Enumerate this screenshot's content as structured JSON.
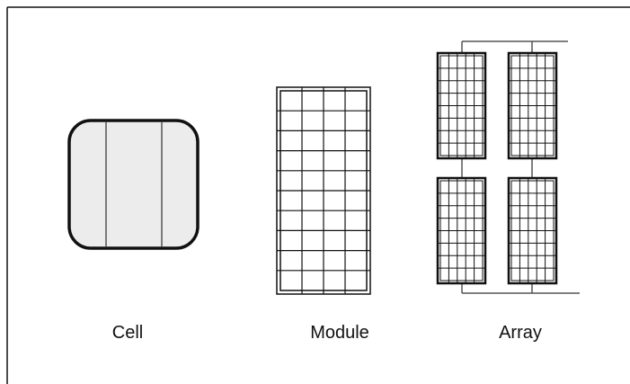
{
  "labels": {
    "cell": "Cell",
    "module": "Module",
    "array": "Array"
  },
  "colors": {
    "outline": "#111111",
    "fill": "#ececec",
    "wire": "#555555",
    "background": "#ffffff"
  }
}
